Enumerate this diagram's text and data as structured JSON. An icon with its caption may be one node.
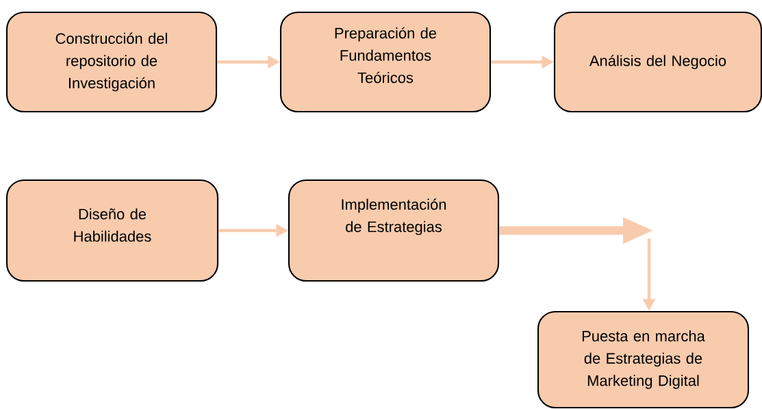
{
  "diagram": {
    "nodes": [
      {
        "text": [
          "Construcción del repositorio de Investigación"
        ]
      },
      {
        "text": [
          "Preparación de Fundamentos Teóricos"
        ]
      },
      {
        "text": [
          "Análisis del Negocio"
        ]
      },
      {
        "text": [
          "Diseño de Habilidades"
        ]
      },
      {
        "text": [
          "Implementación de Estrategias"
        ]
      },
      {
        "text": [
          "Puesta en marcha de Estrategias de Marketing Digital"
        ]
      }
    ],
    "edges": [
      {
        "from": 0,
        "to": 1,
        "arrow": "to"
      },
      {
        "from": 1,
        "to": 2,
        "arrow": "to"
      },
      {
        "from": 3,
        "to": 4,
        "arrow": "to"
      },
      {
        "from": 4,
        "to": null,
        "arrow": "to",
        "style": "thick"
      },
      {
        "from": null,
        "to": 5,
        "arrow": "to"
      }
    ]
  }
}
